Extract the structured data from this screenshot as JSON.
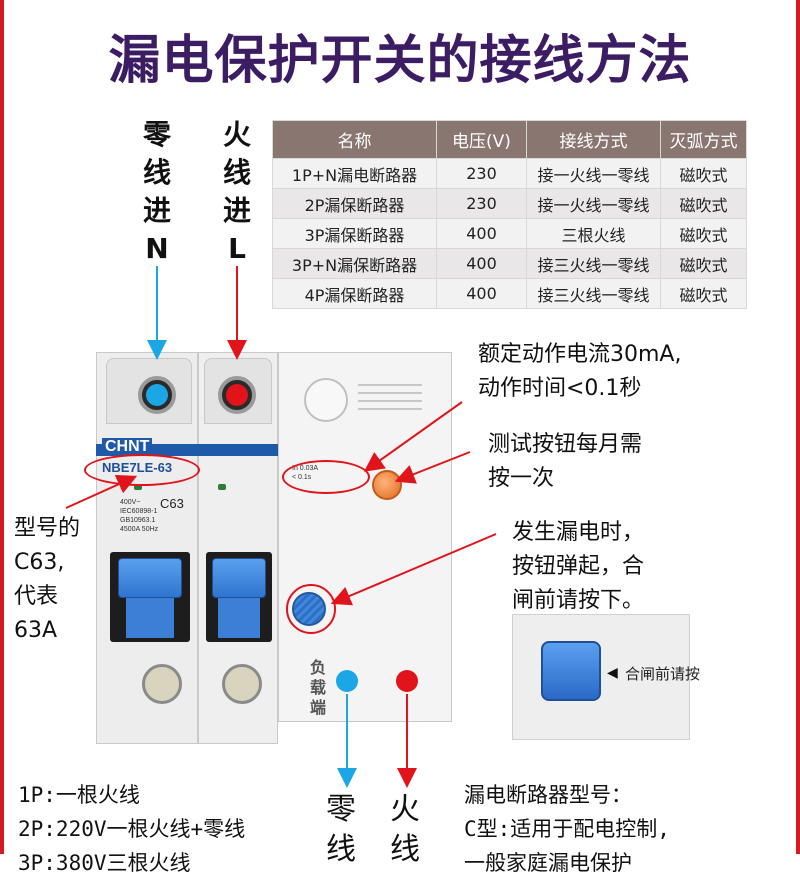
{
  "title": "漏电保护开关的接线方法",
  "table": {
    "headers": [
      "名称",
      "电压(V)",
      "接线方式",
      "灭弧方式"
    ],
    "rows": [
      [
        "1P+N漏电断路器",
        "230",
        "接一火线一零线",
        "磁吹式"
      ],
      [
        "2P漏保断路器",
        "230",
        "接一火线一零线",
        "磁吹式"
      ],
      [
        "3P漏保断路器",
        "400",
        "三根火线",
        "磁吹式"
      ],
      [
        "3P+N漏保断路器",
        "400",
        "接三火线一零线",
        "磁吹式"
      ],
      [
        "4P漏保断路器",
        "400",
        "接三火线一零线",
        "磁吹式"
      ]
    ]
  },
  "labels": {
    "neutral_in": [
      "零",
      "线",
      "进",
      "N"
    ],
    "live_in": [
      "火",
      "线",
      "进",
      "L"
    ],
    "neutral_out": [
      "零",
      "线"
    ],
    "live_out": [
      "火",
      "线"
    ],
    "load_side": [
      "负",
      "载",
      "端"
    ]
  },
  "annotations": {
    "rated_current": [
      "额定动作电流30mA,",
      "动作时间<0.1秒"
    ],
    "test_button": [
      "测试按钮每月需",
      "按一次"
    ],
    "leakage_reset": [
      "发生漏电时，",
      "按钮弹起，合",
      "闸前请按下。"
    ],
    "model": [
      "型号的",
      "C63,",
      "代表",
      "63A"
    ]
  },
  "breaker": {
    "brand": "CHNT",
    "model": "NBE7LE-63",
    "rating": "C63",
    "inset_text": "合闸前请按"
  },
  "bottom_left": [
    "1P:一根火线",
    "2P:220V一根火线+零线",
    "3P:380V三根火线"
  ],
  "bottom_right": [
    "漏电断路器型号：",
    "C型:适用于配电控制,",
    "一般家庭漏电保护"
  ],
  "colors": {
    "title": "#3c1d63",
    "table_header": "#8a7670",
    "arrow_red": "#e0141a",
    "arrow_blue": "#1ba7e6",
    "frame": "#d71a20"
  }
}
